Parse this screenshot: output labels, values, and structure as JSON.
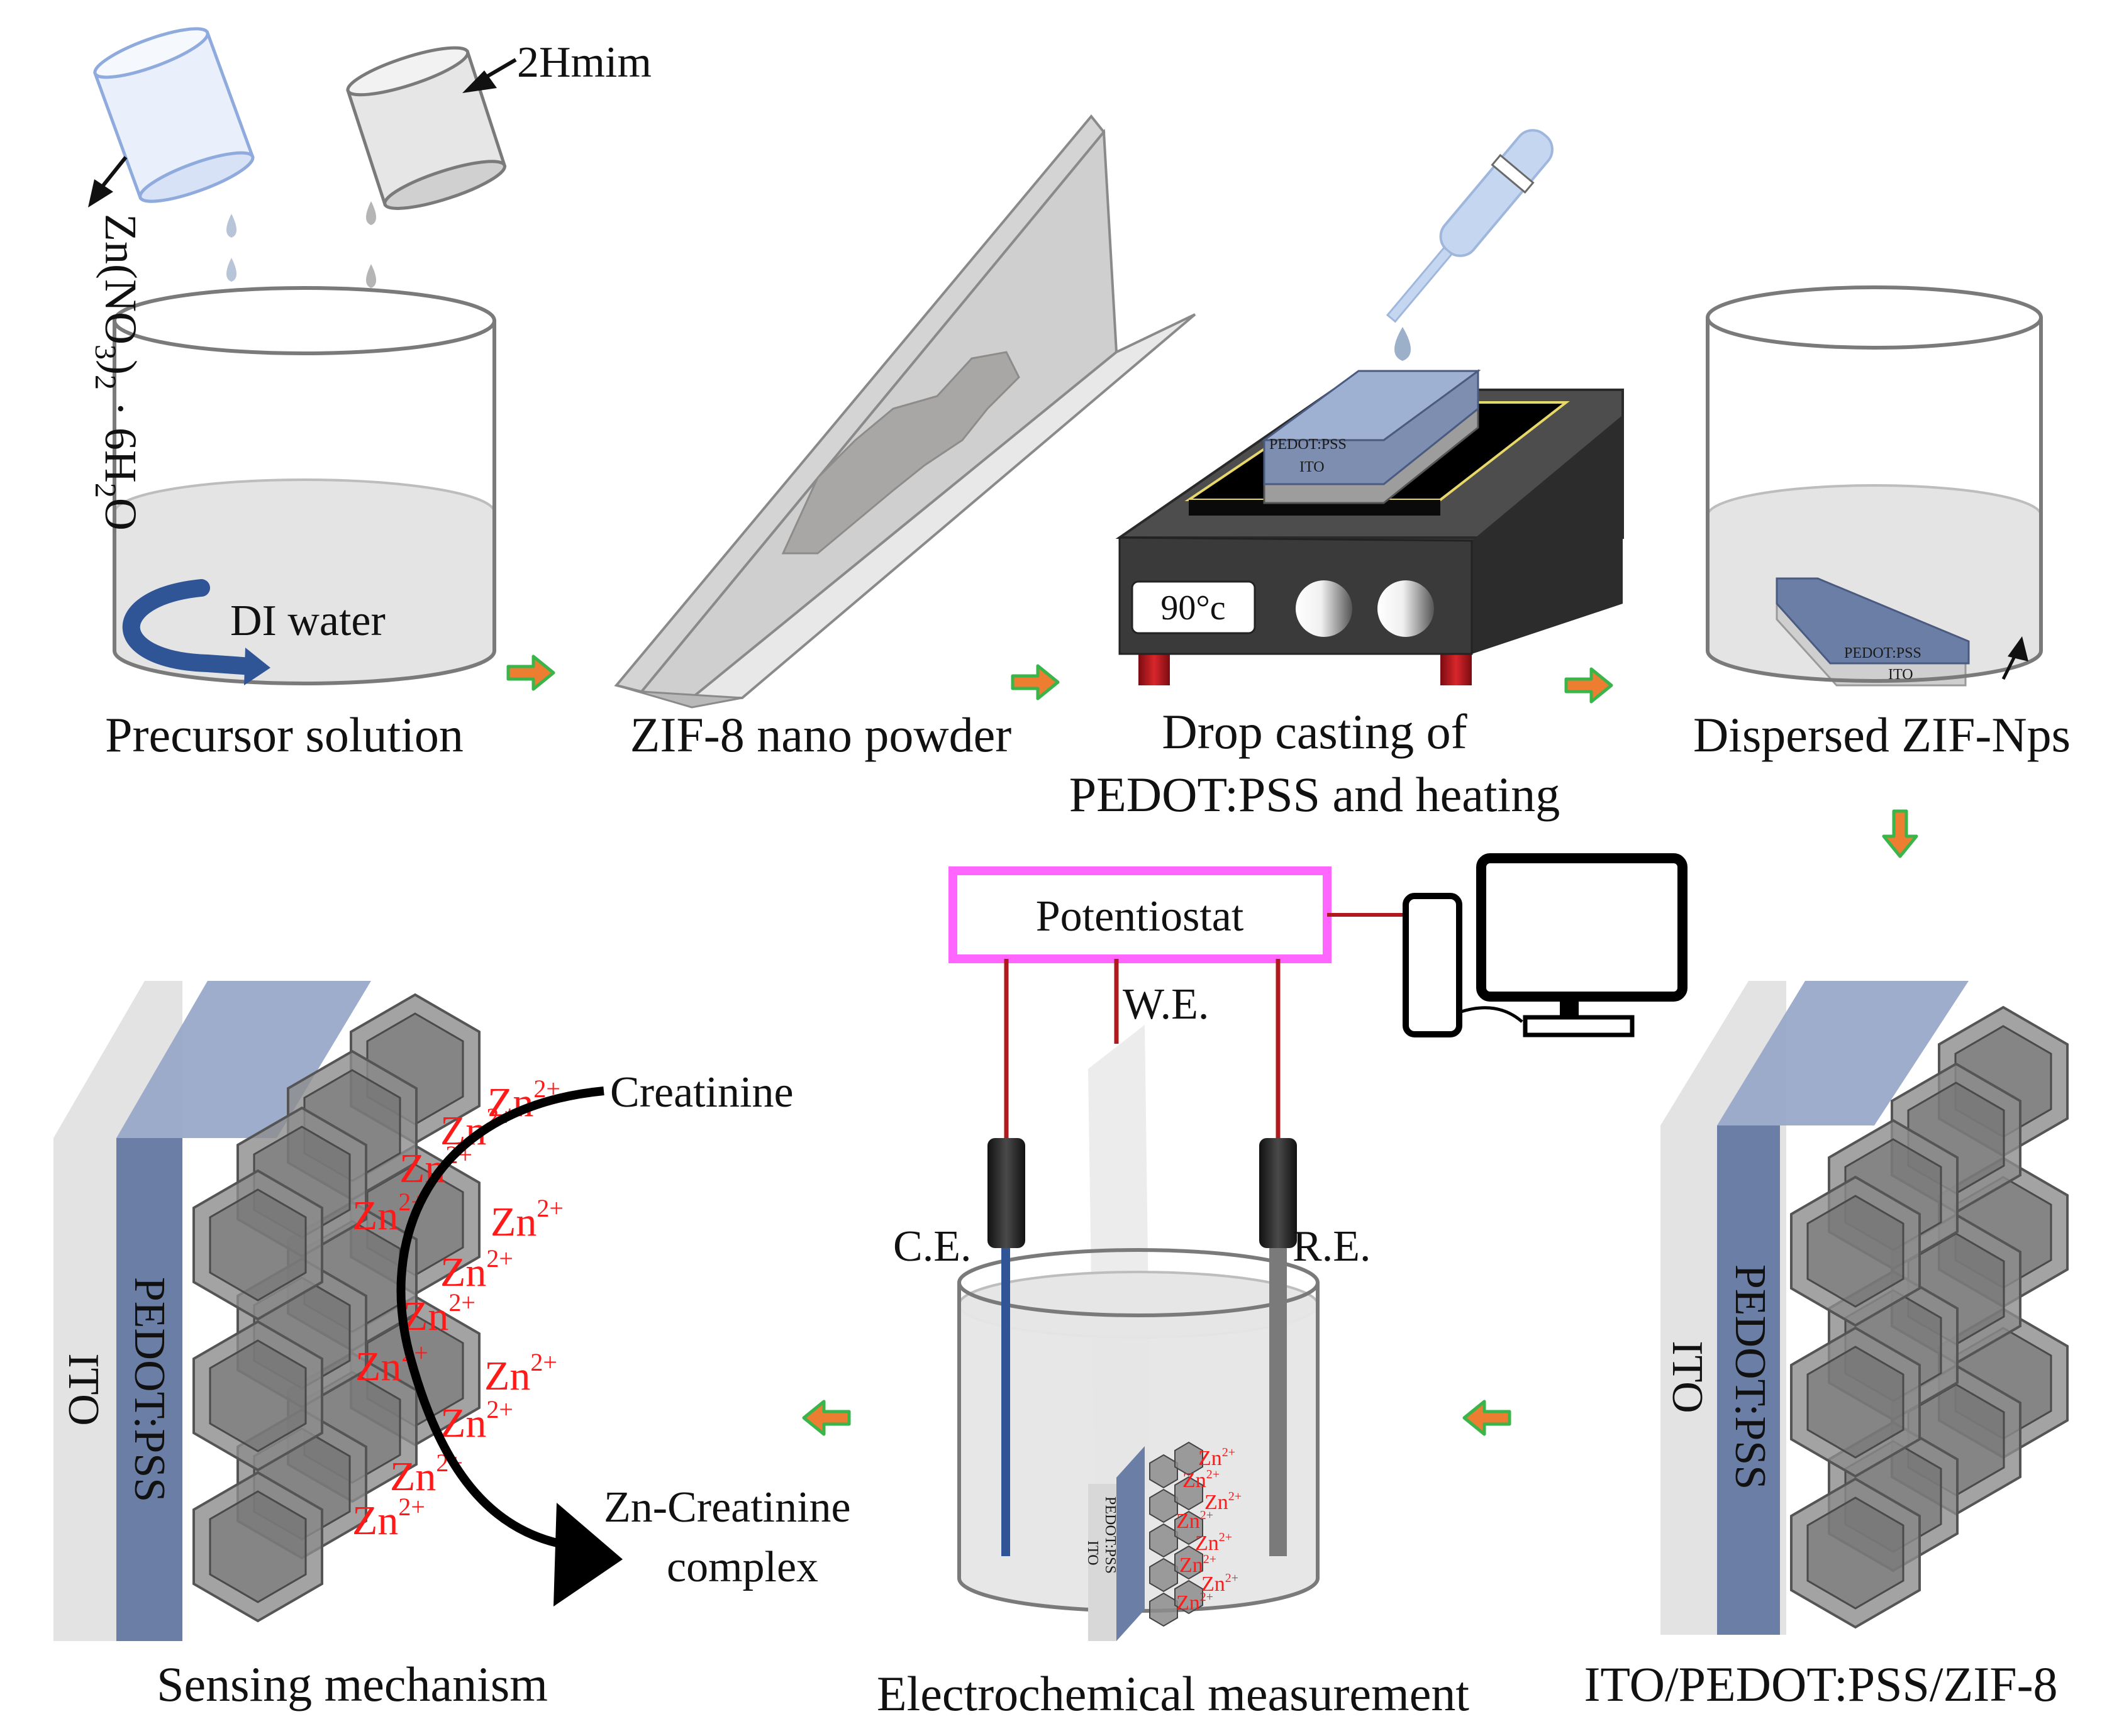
{
  "captions": {
    "precursor": "Precursor solution",
    "zif_powder": "ZIF-8 nano powder",
    "drop_casting_1": "Drop casting of",
    "drop_casting_2": "PEDOT:PSS and heating",
    "dispersed": "Dispersed ZIF-Nps",
    "sensing": "Sensing mechanism",
    "electrochemical": "Electrochemical measurement",
    "electrode": "ITO/PEDOT:PSS/ZIF-8"
  },
  "labels": {
    "hmim": "2Hmim",
    "zinc_salt": "Zn(NO3)2 · 6H2O",
    "di_water": "DI water",
    "temperature": "90°c",
    "pedot_pss": "PEDOT:PSS",
    "ito": "ITO",
    "potentiostat": "Potentiostat",
    "we": "W.E.",
    "ce": "C.E.",
    "re": "R.E.",
    "creatinine": "Creatinine",
    "complex_1": "Zn-Creatinine",
    "complex_2": "complex",
    "zn": "Zn",
    "zn_charge": "2+"
  },
  "colors": {
    "arrow_fill": "#ed7d31",
    "arrow_outline": "#39b54a",
    "zn_ion": "#ff1a1a",
    "pedot": "#6b7fa6",
    "ito": "#e3e3e3",
    "potentiostat_border": "#ff66ff",
    "hotplate": "#3a3a3a",
    "wire": "#b0191e"
  },
  "icons": [
    "beaker-icon",
    "pipette-icon",
    "hotplate-icon",
    "computer-icon",
    "hexagon-crystal-icon",
    "process-arrow-icon"
  ]
}
